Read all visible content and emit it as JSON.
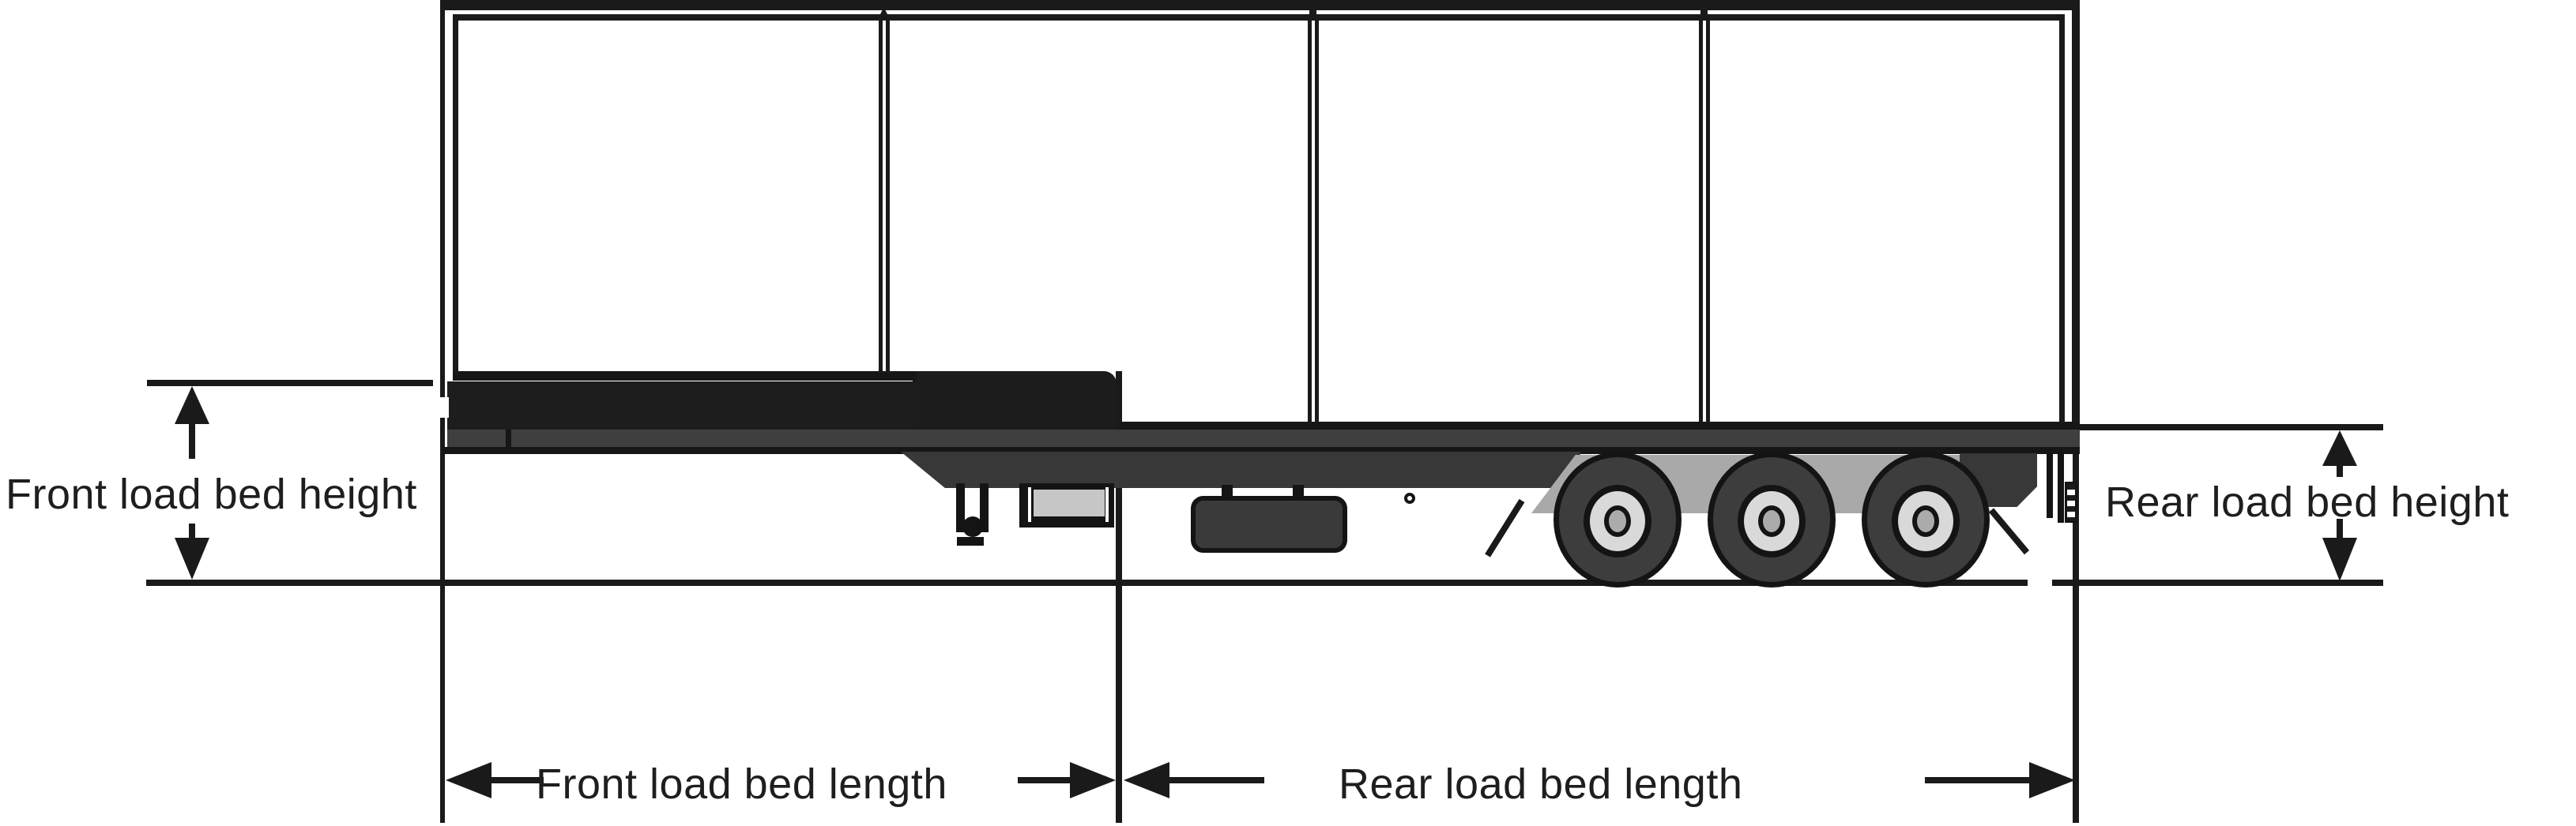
{
  "diagram": {
    "type": "trailer-side-view-dimension-diagram",
    "subject": "step-deck semi-trailer with box side frame, tri-axle bogie, landing gear",
    "labels": {
      "front_load_bed_height": "Front load bed height",
      "rear_load_bed_height": "Rear load bed height",
      "front_load_bed_length": "Front load bed length",
      "rear_load_bed_length": "Rear load bed length"
    },
    "colors": {
      "ink": "#1a1a1a",
      "deck_black": "#1d1d1d",
      "siderail_gray": "#3f3f3f",
      "chassis_gray": "#383838",
      "fender_gray": "#a9a9a9",
      "tire_gray": "#3d3d3d",
      "rim_gray": "#d9d9d9",
      "hub_gray": "#ababab",
      "toolbox_gray": "#c6c6c6",
      "background": "#ffffff"
    }
  }
}
